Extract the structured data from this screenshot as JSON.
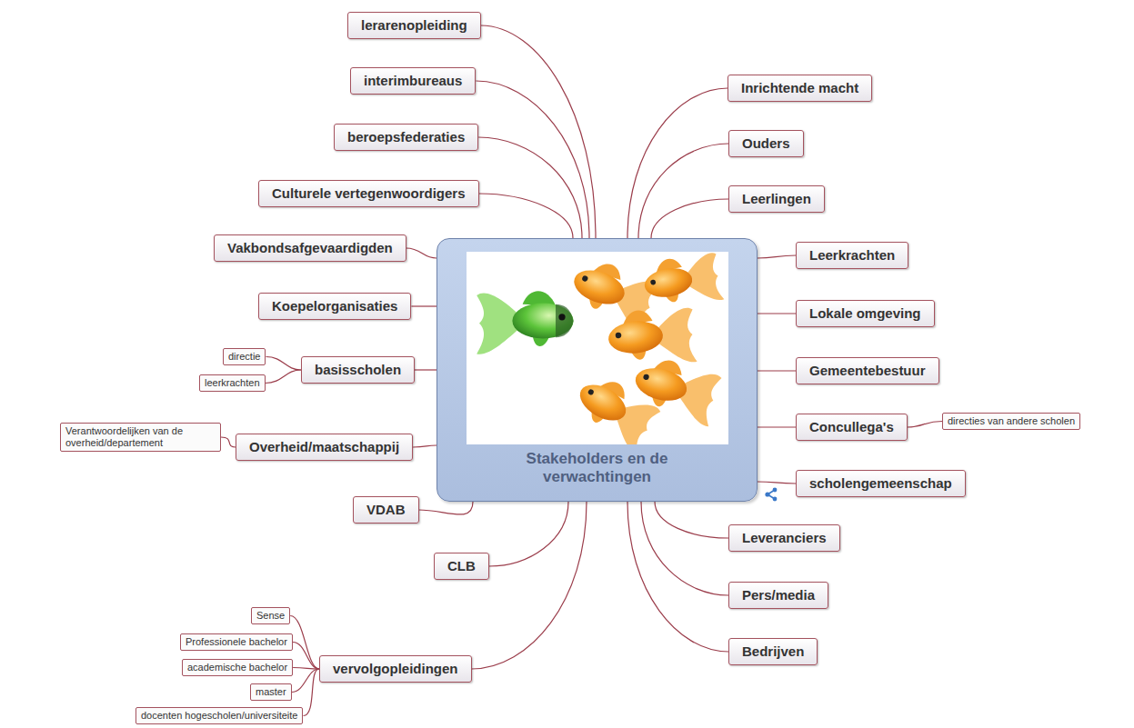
{
  "diagram": {
    "nodes": [
      {
        "text": [
          "Stakeholders en de verwachtingen"
        ]
      },
      {
        "text": [
          "lerarenopleiding"
        ]
      },
      {
        "text": [
          "interimbureaus"
        ]
      },
      {
        "text": [
          "beroepsfederaties"
        ]
      },
      {
        "text": [
          "Culturele vertegenwoordigers"
        ]
      },
      {
        "text": [
          "Vakbondsafgevaardigden"
        ]
      },
      {
        "text": [
          "Koepelorganisaties"
        ]
      },
      {
        "text": [
          "basisscholen"
        ]
      },
      {
        "text": [
          "directie"
        ]
      },
      {
        "text": [
          "leerkrachten"
        ]
      },
      {
        "text": [
          "Overheid/maatschappij"
        ]
      },
      {
        "text": [
          "Verantwoordelijken van de overheid/departement"
        ]
      },
      {
        "text": [
          "VDAB"
        ]
      },
      {
        "text": [
          "CLB"
        ]
      },
      {
        "text": [
          "vervolgopleidingen"
        ]
      },
      {
        "text": [
          "Sense"
        ]
      },
      {
        "text": [
          "Professionele bachelor"
        ]
      },
      {
        "text": [
          "academische bachelor"
        ]
      },
      {
        "text": [
          "master"
        ]
      },
      {
        "text": [
          "docenten hogescholen/universiteite"
        ]
      },
      {
        "text": [
          "Inrichtende macht"
        ]
      },
      {
        "text": [
          "Ouders"
        ]
      },
      {
        "text": [
          "Leerlingen"
        ]
      },
      {
        "text": [
          "Leerkrachten"
        ]
      },
      {
        "text": [
          "Lokale omgeving"
        ]
      },
      {
        "text": [
          "Gemeentebestuur"
        ]
      },
      {
        "text": [
          "Concullega's"
        ]
      },
      {
        "text": [
          "directies van andere scholen"
        ]
      },
      {
        "text": [
          "scholengemeenschap"
        ]
      },
      {
        "text": [
          "Leveranciers"
        ]
      },
      {
        "text": [
          "Pers/media"
        ]
      },
      {
        "text": [
          "Bedrijven"
        ]
      }
    ],
    "edges": [
      {
        "from": 0,
        "to": 1,
        "arrow": "none"
      },
      {
        "from": 0,
        "to": 2,
        "arrow": "none"
      },
      {
        "from": 0,
        "to": 3,
        "arrow": "none"
      },
      {
        "from": 0,
        "to": 4,
        "arrow": "none"
      },
      {
        "from": 0,
        "to": 5,
        "arrow": "none"
      },
      {
        "from": 0,
        "to": 6,
        "arrow": "none"
      },
      {
        "from": 0,
        "to": 7,
        "arrow": "none"
      },
      {
        "from": 7,
        "to": 8,
        "arrow": "none"
      },
      {
        "from": 7,
        "to": 9,
        "arrow": "none"
      },
      {
        "from": 0,
        "to": 10,
        "arrow": "none"
      },
      {
        "from": 10,
        "to": 11,
        "arrow": "none"
      },
      {
        "from": 0,
        "to": 12,
        "arrow": "none"
      },
      {
        "from": 0,
        "to": 13,
        "arrow": "none"
      },
      {
        "from": 0,
        "to": 14,
        "arrow": "none"
      },
      {
        "from": 14,
        "to": 15,
        "arrow": "none"
      },
      {
        "from": 14,
        "to": 16,
        "arrow": "none"
      },
      {
        "from": 14,
        "to": 17,
        "arrow": "none"
      },
      {
        "from": 14,
        "to": 18,
        "arrow": "none"
      },
      {
        "from": 14,
        "to": 19,
        "arrow": "none"
      },
      {
        "from": 0,
        "to": 20,
        "arrow": "none"
      },
      {
        "from": 0,
        "to": 21,
        "arrow": "none"
      },
      {
        "from": 0,
        "to": 22,
        "arrow": "none"
      },
      {
        "from": 0,
        "to": 23,
        "arrow": "none"
      },
      {
        "from": 0,
        "to": 24,
        "arrow": "none"
      },
      {
        "from": 0,
        "to": 25,
        "arrow": "none"
      },
      {
        "from": 0,
        "to": 26,
        "arrow": "none"
      },
      {
        "from": 26,
        "to": 27,
        "arrow": "none"
      },
      {
        "from": 0,
        "to": 28,
        "arrow": "none"
      },
      {
        "from": 0,
        "to": 29,
        "arrow": "none"
      },
      {
        "from": 0,
        "to": 30,
        "arrow": "none"
      },
      {
        "from": 0,
        "to": 31,
        "arrow": "none"
      }
    ]
  }
}
